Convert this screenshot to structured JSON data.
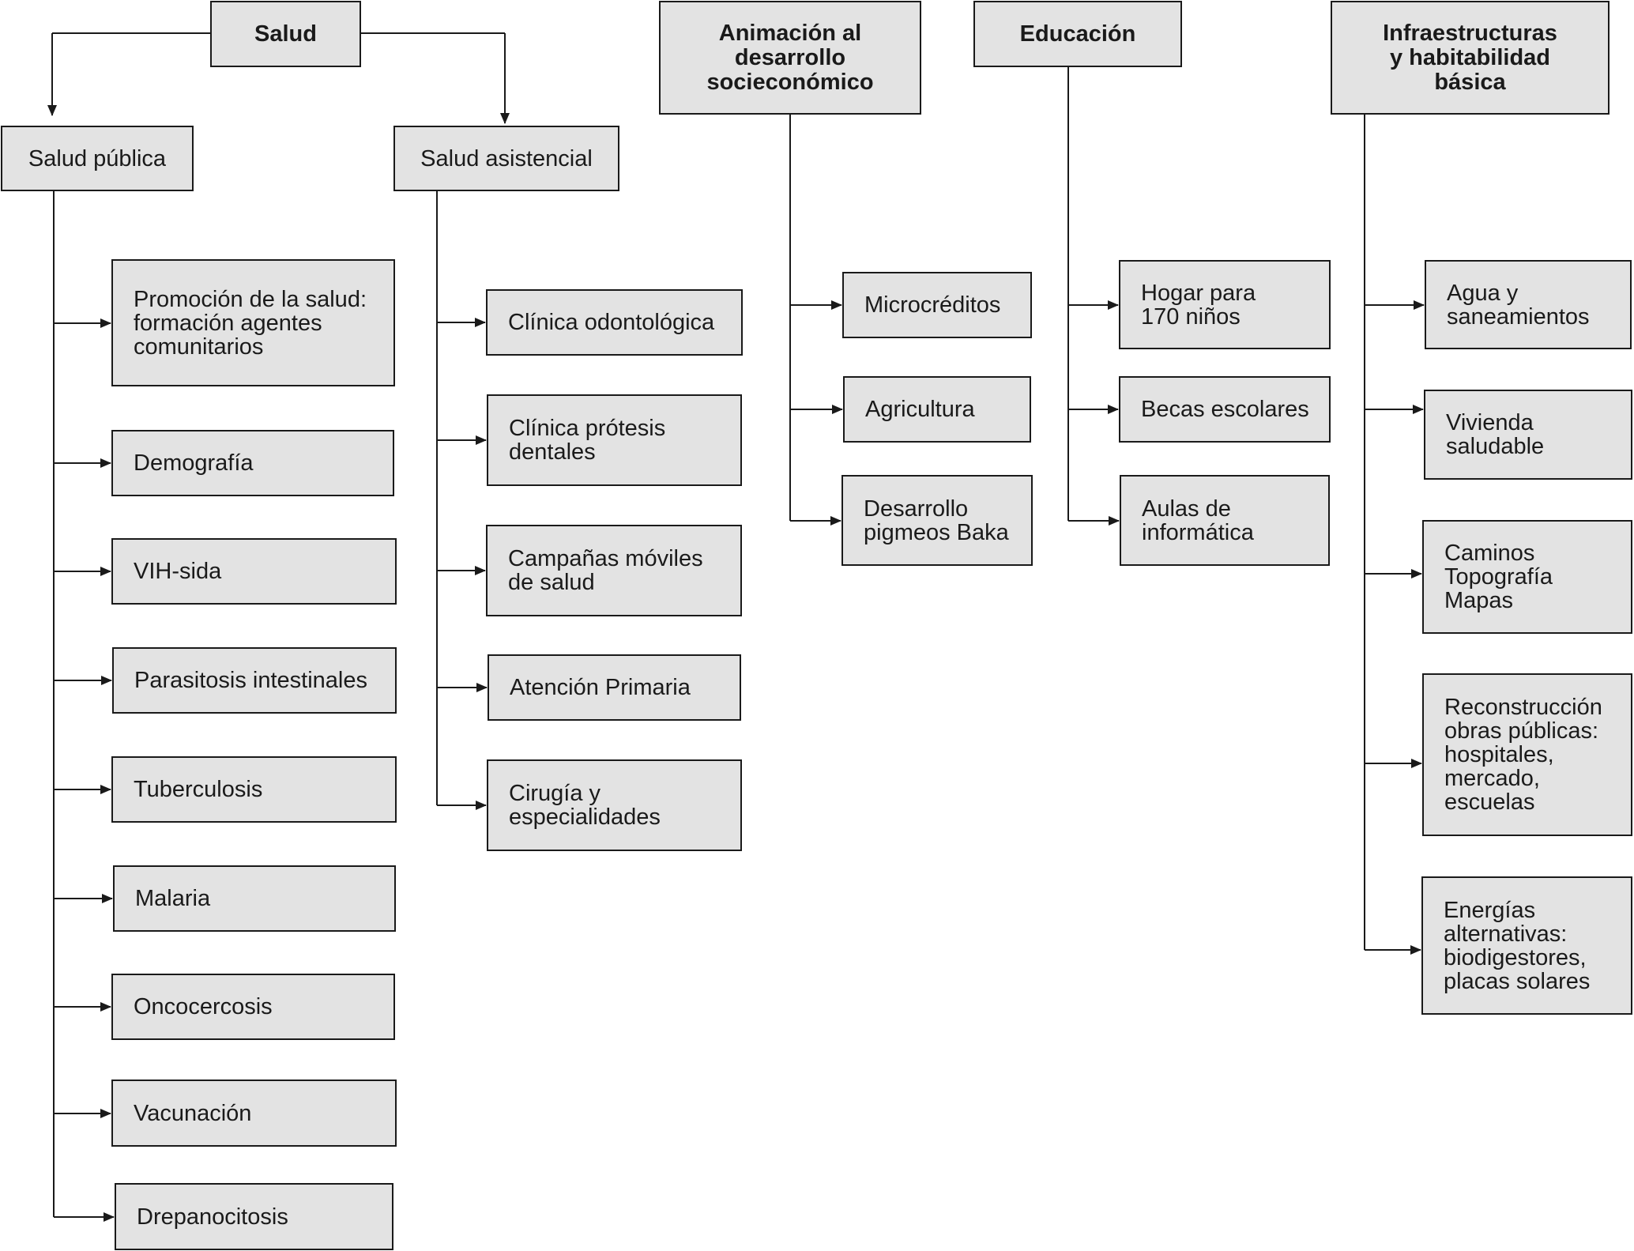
{
  "colors": {
    "box_fill": "#e3e3e3",
    "line": "#1a1a1a",
    "text": "#1a1a1a"
  },
  "salud": {
    "title": "Salud",
    "publica": {
      "title": "Salud pública",
      "items": [
        [
          "Promoción de la salud:",
          "formación agentes",
          "comunitarios"
        ],
        [
          "Demografía"
        ],
        [
          "VIH-sida"
        ],
        [
          "Parasitosis intestinales"
        ],
        [
          "Tuberculosis"
        ],
        [
          "Malaria"
        ],
        [
          "Oncocercosis"
        ],
        [
          "Vacunación"
        ],
        [
          "Drepanocitosis"
        ]
      ]
    },
    "asistencial": {
      "title": "Salud asistencial",
      "items": [
        [
          "Clínica odontológica"
        ],
        [
          "Clínica prótesis",
          "dentales"
        ],
        [
          "Campañas móviles",
          " de salud"
        ],
        [
          "Atención Primaria"
        ],
        [
          "Cirugía y",
          " especialidades"
        ]
      ]
    }
  },
  "animacion": {
    "title": [
      "Animación al",
      "desarrollo",
      "socieconómico"
    ],
    "items": [
      [
        "Microcréditos"
      ],
      [
        "Agricultura"
      ],
      [
        "Desarrollo",
        "pigmeos Baka"
      ]
    ]
  },
  "educacion": {
    "title": [
      "Educación"
    ],
    "items": [
      [
        "Hogar para",
        "170 niños"
      ],
      [
        "Becas escolares"
      ],
      [
        "Aulas de",
        "informática"
      ]
    ]
  },
  "infraestructuras": {
    "title": [
      "Infraestructuras",
      "y habitabilidad",
      "básica"
    ],
    "items": [
      [
        "Agua y",
        "saneamientos"
      ],
      [
        "Vivienda",
        "saludable"
      ],
      [
        "Caminos",
        "Topografía",
        "Mapas"
      ],
      [
        "Reconstrucción",
        "obras públicas:",
        "hospitales,",
        "mercado,",
        "escuelas"
      ],
      [
        "Energías",
        "alternativas:",
        "biodigestores,",
        "placas solares"
      ]
    ]
  }
}
